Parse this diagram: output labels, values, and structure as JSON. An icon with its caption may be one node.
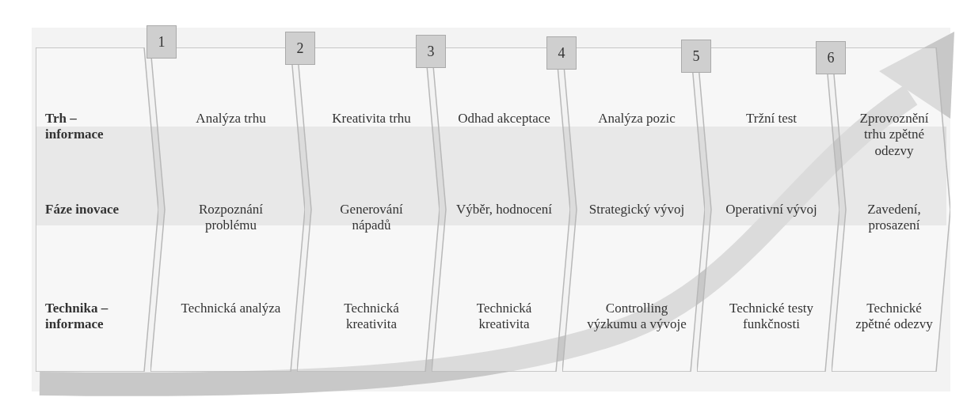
{
  "diagram": {
    "nodes": [
      {
        "text": [
          "Trh – informace",
          "Fáze inovace",
          "Technika – informace"
        ]
      },
      {
        "text": [
          "Analýza trhu",
          "Rozpoznání problému",
          "Technická analýza"
        ]
      },
      {
        "text": [
          "Kreativita trhu",
          "Generování nápadů",
          "Technická kreativita"
        ]
      },
      {
        "text": [
          "Odhad akceptace",
          "Výběr, hodnocení",
          "Technická kreativita"
        ]
      },
      {
        "text": [
          "Analýza pozic",
          "Strategický vývoj",
          "Controlling výzkumu a vývoje"
        ]
      },
      {
        "text": [
          "Tržní test",
          "Operativní vývoj",
          "Technické testy funkčnosti"
        ]
      },
      {
        "text": [
          "Zprovoznění trhu zpětné odezvy",
          "Zavedení, prosazení",
          "Technické zpětné odezvy"
        ]
      },
      {
        "text": [
          "1"
        ]
      },
      {
        "text": [
          "2"
        ]
      },
      {
        "text": [
          "3"
        ]
      },
      {
        "text": [
          "4"
        ]
      },
      {
        "text": [
          "5"
        ]
      },
      {
        "text": [
          "6"
        ]
      }
    ]
  }
}
